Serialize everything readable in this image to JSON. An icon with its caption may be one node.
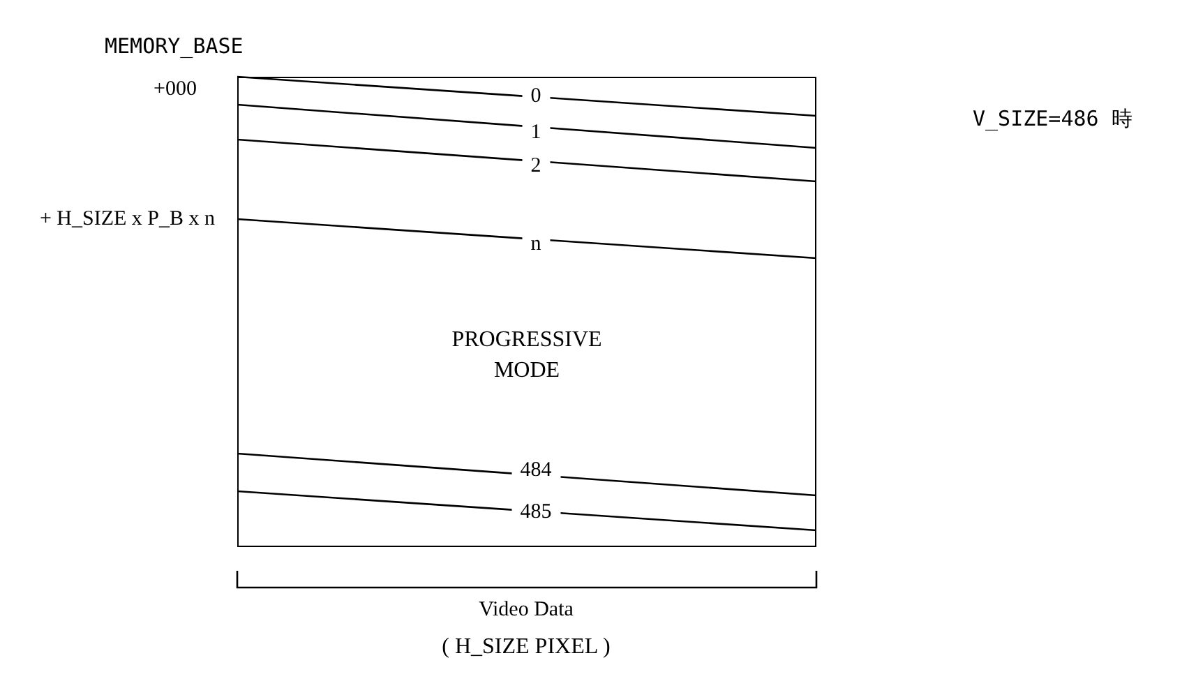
{
  "diagram": {
    "nodes": [
      {
        "text": [
          "PROGRESSIVE MODE"
        ]
      }
    ],
    "labels": [
      "MEMORY_BASE",
      "+000",
      "0",
      "V_SIZE=486 時",
      "1",
      "2",
      "+ H_SIZE x P_B x n",
      "n",
      "484",
      "485",
      "Video Data",
      "( H_SIZE PIXEL )"
    ]
  }
}
